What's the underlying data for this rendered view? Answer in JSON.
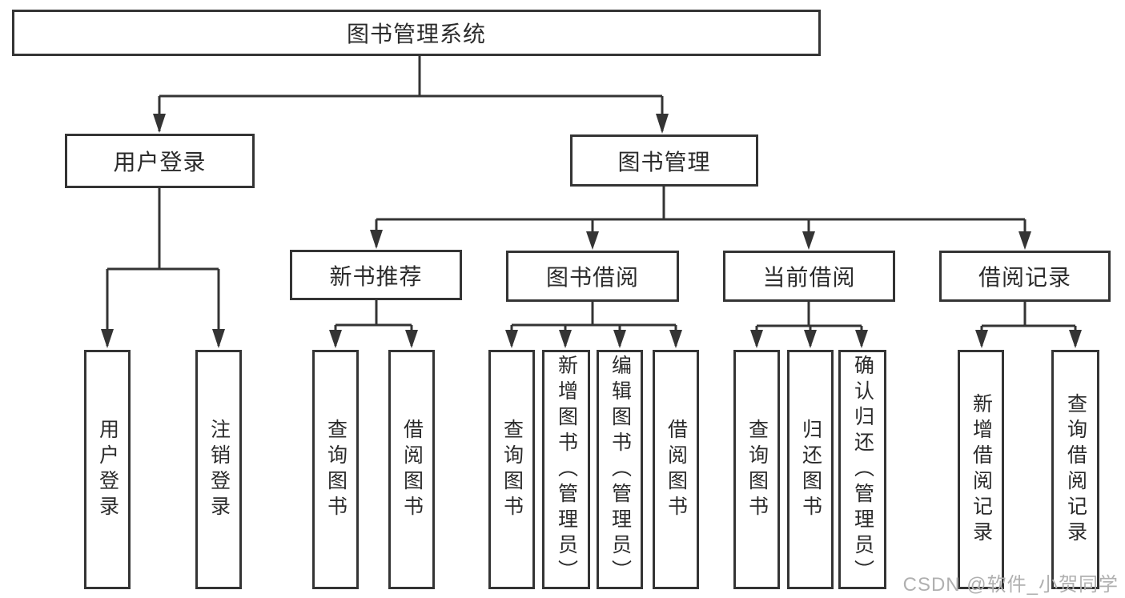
{
  "diagram": {
    "title_node": "图书管理系统",
    "level2": {
      "user_login": "用户登录",
      "book_mgmt": "图书管理"
    },
    "level3": {
      "new_book_rec": "新书推荐",
      "book_borrow": "图书借阅",
      "current_borrow": "当前借阅",
      "borrow_records": "借阅记录"
    },
    "leaves": {
      "user_login_leaf": "用户登录",
      "logout_leaf": "注销登录",
      "nbr_query_books": "查询图书",
      "nbr_borrow_books": "借阅图书",
      "bb_query_books": "查询图书",
      "bb_add_books_admin": "新增图书（管理员）",
      "bb_edit_books_admin": "编辑图书（管理员）",
      "bb_borrow_books": "借阅图书",
      "cb_query_books": "查询图书",
      "cb_return_books": "归还图书",
      "cb_confirm_return_admin": "确认归还（管理员）",
      "br_add_record": "新增借阅记录",
      "br_query_record": "查询借阅记录"
    }
  },
  "watermark": "CSDN @软件_小贺同学",
  "colors": {
    "line": "#343434",
    "text": "#2b2b2b",
    "watermark": "#b0b0b0",
    "background": "#ffffff"
  }
}
